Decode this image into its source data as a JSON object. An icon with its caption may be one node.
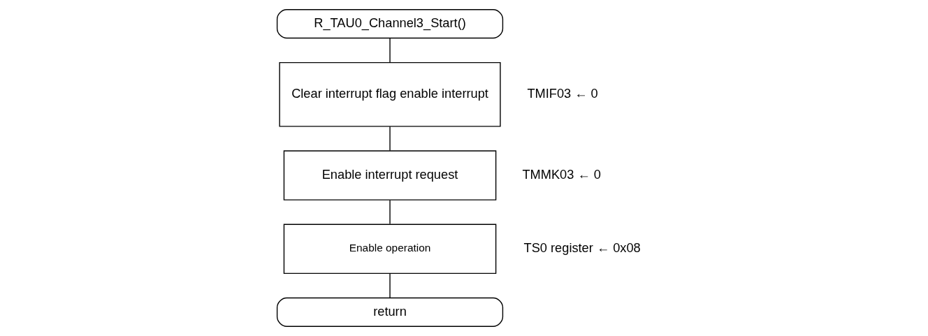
{
  "diagram": {
    "nodes": [
      {
        "text": [
          "R_TAU0_Channel3_Start()"
        ]
      },
      {
        "text": [
          "Clear interrupt flag enable interrupt"
        ],
        "beside": [
          "TMIF03 ← 0"
        ]
      },
      {
        "text": [
          "Enable interrupt request"
        ],
        "beside": [
          "TMMK03 ← 0"
        ]
      },
      {
        "text": [
          "Enable operation"
        ],
        "beside": [
          "TS0 register ← 0x08"
        ]
      },
      {
        "text": [
          "return"
        ]
      }
    ],
    "edges": [
      {
        "from": 0,
        "to": 1,
        "arrow": "none"
      },
      {
        "from": 1,
        "to": 2,
        "arrow": "none"
      },
      {
        "from": 2,
        "to": 3,
        "arrow": "none"
      },
      {
        "from": 3,
        "to": 4,
        "arrow": "none"
      }
    ]
  }
}
